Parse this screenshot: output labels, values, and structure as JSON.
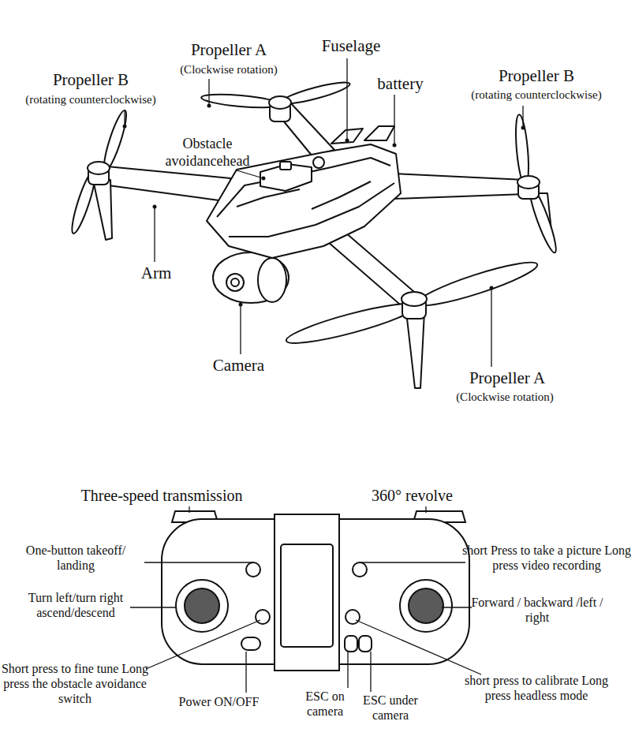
{
  "diagram": {
    "labels": [
      "Propeller A",
      "(Clockwise rotation)",
      "Fuselage",
      "Propeller B",
      "(rotating counterclockwise)",
      "battery",
      "Propeller B",
      "(rotating counterclockwise)",
      "Obstacle avoidancehead",
      "Arm",
      "Camera",
      "Propeller A",
      "(Clockwise rotation)",
      "Three-speed transmission",
      "360° revolve",
      "One-button takeoff/ landing",
      "Turn left/turn right ascend/descend",
      "Short press to fine tune Long press the obstacle avoidance switch",
      "Power ON/OFF",
      "ESC on camera",
      "ESC under camera",
      "short Press to take a picture Long press video recording",
      "Forward / backward /left / right",
      "short press to calibrate Long press headless mode"
    ]
  }
}
